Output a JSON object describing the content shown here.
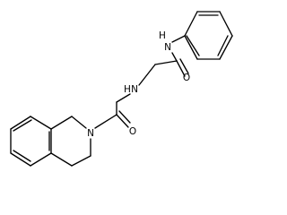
{
  "atom_labels": {
    "amide_nh": "N",
    "amide_h": "H",
    "amide_o": "O",
    "amine_nh": "N",
    "amine_h": "H",
    "ring_n": "N",
    "ketone_o": "O"
  }
}
